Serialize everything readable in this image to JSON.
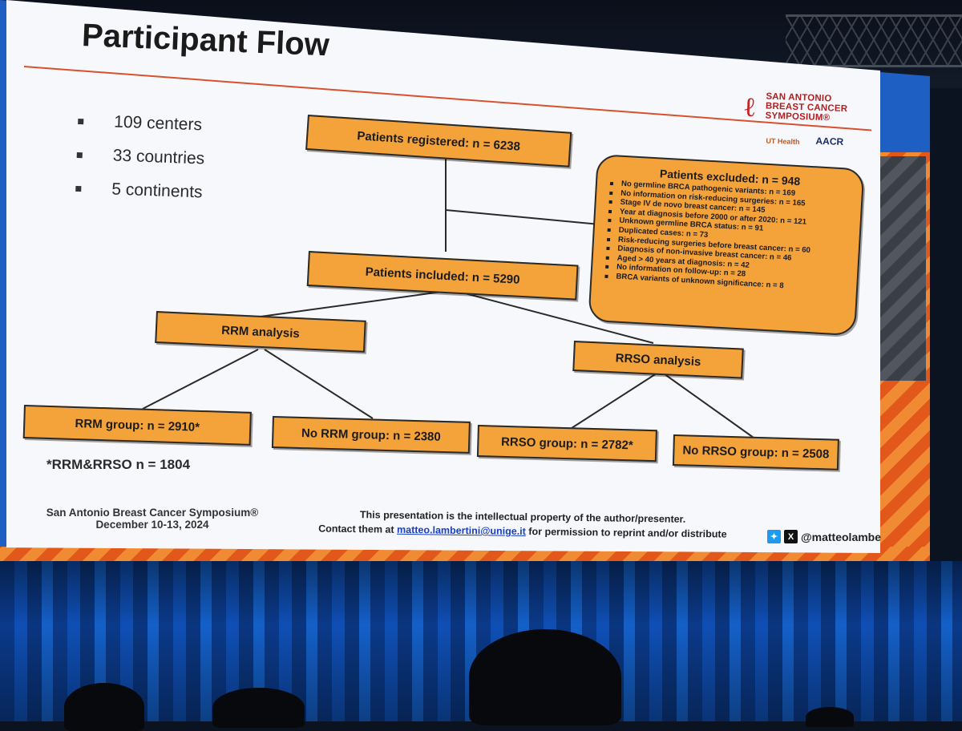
{
  "slide": {
    "title": "Participant Flow",
    "bullets": [
      "109 centers",
      "33 countries",
      "5 continents"
    ],
    "logo": {
      "ribbon": "ℓ",
      "line1": "SAN ANTONIO",
      "line2": "BREAST CANCER",
      "line3": "SYMPOSIUM®",
      "ut": "UT Health",
      "aacr": "AACR"
    }
  },
  "flow": {
    "registered": "Patients registered: n = 6238",
    "excluded_title": "Patients excluded: n = 948",
    "excluded_items": [
      "No germline BRCA pathogenic variants: n = 169",
      "No information on risk-reducing surgeries: n = 165",
      "Stage IV de novo breast cancer: n = 145",
      "Year at diagnosis before 2000 or after 2020: n = 121",
      "Unknown germline BRCA status: n = 91",
      "Duplicated cases: n = 73",
      "Risk-reducing surgeries before breast cancer: n = 60",
      "Diagnosis of non-invasive breast cancer: n = 46",
      "Aged > 40 years at diagnosis: n = 42",
      "No information on follow-up: n = 28",
      "BRCA variants of unknown significance: n = 8"
    ],
    "included": "Patients included: n = 5290",
    "rrm_analysis": "RRM analysis",
    "rrso_analysis": "RRSO analysis",
    "rrm_group": "RRM group: n = 2910*",
    "no_rrm_group": "No RRM group: n = 2380",
    "rrso_group": "RRSO group: n = 2782*",
    "no_rrso_group": "No RRSO group: n = 2508",
    "footnote": "*RRM&RRSO n = 1804"
  },
  "footer": {
    "symposium": "San Antonio Breast Cancer Symposium®",
    "dates": "December 10-13, 2024",
    "notice_line1": "This presentation is the intellectual property of the author/presenter.",
    "notice_prefix": "Contact them at ",
    "email": "matteo.lambertini@unige.it",
    "notice_suffix": " for permission to reprint and/or distribute",
    "handle": "@matteolambe"
  },
  "colors": {
    "box_fill": "#f4a23a",
    "slide_bg": "#f7f8fb",
    "frame_blue": "#1e5fc4",
    "stripe_orange": "#e2581a",
    "curtain_blue": "#0b3a8a"
  }
}
